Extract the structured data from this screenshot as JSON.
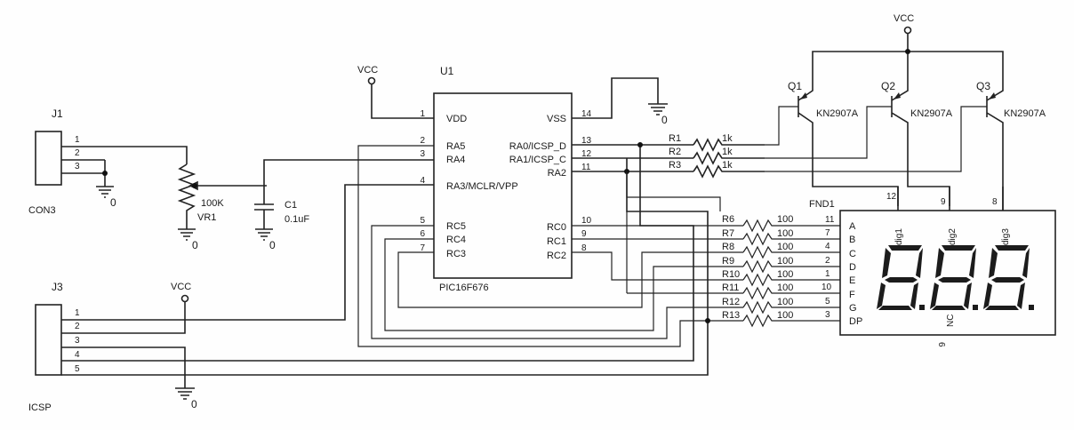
{
  "power": {
    "vcc": "VCC",
    "gnd": "0"
  },
  "j1": {
    "ref": "J1",
    "type": "CON3",
    "pins": [
      "1",
      "2",
      "3"
    ]
  },
  "vr1": {
    "value": "100K",
    "ref": "VR1"
  },
  "c1": {
    "ref": "C1",
    "value": "0.1uF"
  },
  "u1": {
    "ref": "U1",
    "part": "PIC16F676",
    "left_pins": [
      {
        "num": "1",
        "name": "VDD"
      },
      {
        "num": "2",
        "name": "RA5"
      },
      {
        "num": "3",
        "name": "RA4"
      },
      {
        "num": "4",
        "name": "RA3/MCLR/VPP"
      },
      {
        "num": "5",
        "name": "RC5"
      },
      {
        "num": "6",
        "name": "RC4"
      },
      {
        "num": "7",
        "name": "RC3"
      }
    ],
    "right_pins": [
      {
        "num": "14",
        "name": "VSS"
      },
      {
        "num": "13",
        "name": "RA0/ICSP_D"
      },
      {
        "num": "12",
        "name": "RA1/ICSP_C"
      },
      {
        "num": "11",
        "name": "RA2"
      },
      {
        "num": "10",
        "name": "RC0"
      },
      {
        "num": "9",
        "name": "RC1"
      },
      {
        "num": "8",
        "name": "RC2"
      }
    ]
  },
  "j3": {
    "ref": "J3",
    "type": "ICSP",
    "pins": [
      "1",
      "2",
      "3",
      "4",
      "5"
    ]
  },
  "base_resistors": [
    {
      "ref": "R1",
      "value": "1k"
    },
    {
      "ref": "R2",
      "value": "1k"
    },
    {
      "ref": "R3",
      "value": "1k"
    }
  ],
  "transistors": [
    {
      "ref": "Q1",
      "part": "KN2907A"
    },
    {
      "ref": "Q2",
      "part": "KN2907A"
    },
    {
      "ref": "Q3",
      "part": "KN2907A"
    }
  ],
  "segment_resistors": [
    {
      "ref": "R6",
      "value": "100",
      "pin": "11",
      "seg": "A"
    },
    {
      "ref": "R7",
      "value": "100",
      "pin": "7",
      "seg": "B"
    },
    {
      "ref": "R8",
      "value": "100",
      "pin": "4",
      "seg": "C"
    },
    {
      "ref": "R9",
      "value": "100",
      "pin": "2",
      "seg": "D"
    },
    {
      "ref": "R10",
      "value": "100",
      "pin": "1",
      "seg": "E"
    },
    {
      "ref": "R11",
      "value": "100",
      "pin": "10",
      "seg": "F"
    },
    {
      "ref": "R12",
      "value": "100",
      "pin": "5",
      "seg": "G"
    },
    {
      "ref": "R13",
      "value": "100",
      "pin": "3",
      "seg": "DP"
    }
  ],
  "fnd1": {
    "ref": "FND1",
    "digits": [
      {
        "label": "dig1",
        "pin": "12"
      },
      {
        "label": "dig2",
        "pin": "9"
      },
      {
        "label": "dig3",
        "pin": "8"
      }
    ],
    "nc": "NC",
    "nc_pin": "6"
  }
}
